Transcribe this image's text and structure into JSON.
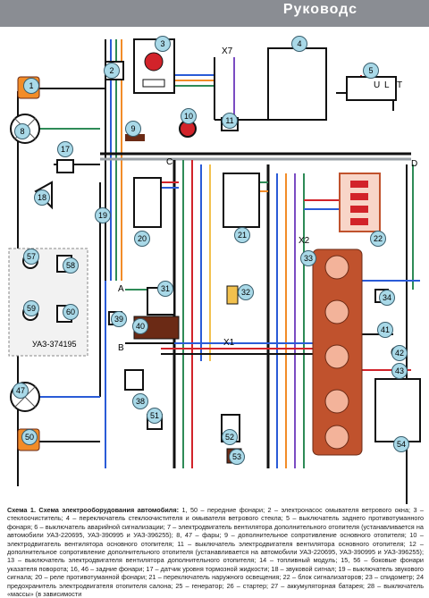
{
  "header": {
    "title": "Руководс"
  },
  "callouts": {
    "c1": "1",
    "c2": "2",
    "c3": "3",
    "c4": "4",
    "c5": "5",
    "c8": "8",
    "c9": "9",
    "c10": "10",
    "c11": "11",
    "c17": "17",
    "c18": "18",
    "c19": "19",
    "c20": "20",
    "c21": "21",
    "c22": "22",
    "c31": "31",
    "c32": "32",
    "c33": "33",
    "c34": "34",
    "c38": "38",
    "c39": "39",
    "c40": "40",
    "c41": "41",
    "c42": "42",
    "c43": "43",
    "c47": "47",
    "c50": "50",
    "c51": "51",
    "c52": "52",
    "c53": "53",
    "c54": "54",
    "c57": "57",
    "c58": "58",
    "c59": "59",
    "c60": "60"
  },
  "nodes": {
    "X7": "X7",
    "X2": "X2",
    "X1": "X1",
    "A": "A",
    "B": "B",
    "C": "C",
    "D": "D",
    "switch5_U": "U",
    "switch5_L": "L",
    "switch5_T": "T"
  },
  "model_label": "УАЗ-374195",
  "colors": {
    "header": "#8a8d93",
    "callout_fill": "#a9d9e8",
    "fuse_block": "#c0522d",
    "wire_black": "#111111",
    "wire_green": "#2e8b57",
    "wire_blue": "#2a5bd7",
    "wire_red": "#d2232a",
    "wire_orange": "#f28c28",
    "wire_yellow": "#f2c14e",
    "wire_grey": "#9aa0a6",
    "wire_violet": "#7a4cc2"
  },
  "caption": {
    "title": "Схема 1. Схема электрооборудования автомобиля:",
    "body": " 1, 50 – передние фонари; 2 – электронасос омывателя ветрового окна; 3 – стеклоочиститель; 4 – переключатель стеклоочистителя и омывателя ветрового стекла; 5 – выключатель заднего противотуманного фонаря; 6 – выключатель аварийной сигнализации; 7 – электродвигатель вентилятора дополнительного отопителя (устанавливается на автомобили УАЗ-220695, УАЗ-390995 и УАЗ-396255); 8, 47 – фары; 9 – дополнительное сопротивление основного отопителя; 10 – электродвигатель вентилятора основного отопителя; 11 – выключатель электродвигателя вентилятора основного отопителя; 12 – дополнительное сопротивление дополнительного отопителя (устанавливается на автомобили УАЗ-220695, УАЗ-390995 и УАЗ-396255); 13 – выключатель электродвигателя вентилятора дополнительного отопителя; 14 – топливный модуль; 15, 56 – боковые фонари указателя поворота; 16, 46 – задние фонари; 17 – датчик уровня тормозной жидкости; 18 – звуковой сигнал; 19 – выключатель звукового сигнала; 20 – реле противотуманной фонари; 21 – переключатель наружного освещения; 22 – блок сигнализаторов; 23 – спидометр; 24 предохранитель электродвигателя отопителя салона; 25 – генератор; 26 – стартер; 27 – аккумуляторная батарея; 28 – выключатель «массы» (в зависимости"
  }
}
